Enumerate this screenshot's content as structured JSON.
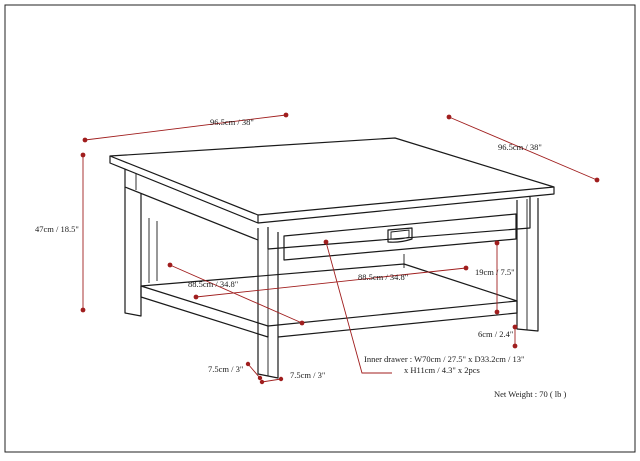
{
  "colors": {
    "dimension": "#a01e1e",
    "line": "#1a1a1a",
    "background": "#ffffff"
  },
  "dimensions": {
    "width": "96.5cm / 38\"",
    "depth": "96.5cm / 38\"",
    "height": "47cm / 18.5\"",
    "shelf_depth": "88.5cm / 34.8\"",
    "shelf_width": "88.5cm / 34.8\"",
    "shelf_gap": "19cm / 7.5\"",
    "shelf_clearance": "6cm / 2.4\"",
    "leg_depth": "7.5cm / 3\"",
    "leg_width": "7.5cm / 3\""
  },
  "inner_drawer": {
    "line1": "Inner drawer : W70cm / 27.5\" x D33.2cm / 13\"",
    "line2": "x H11cm / 4.3\" x 2pcs"
  },
  "net_weight": "Net Weight : 70 ( lb )"
}
